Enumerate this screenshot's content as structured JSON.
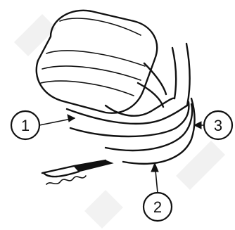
{
  "diagram": {
    "callouts": [
      {
        "id": "1",
        "label": "1"
      },
      {
        "id": "2",
        "label": "2"
      },
      {
        "id": "3",
        "label": "3"
      }
    ],
    "colors": {
      "ink": "#111111",
      "background": "#ffffff",
      "watermark": "#e7e7e7"
    }
  }
}
